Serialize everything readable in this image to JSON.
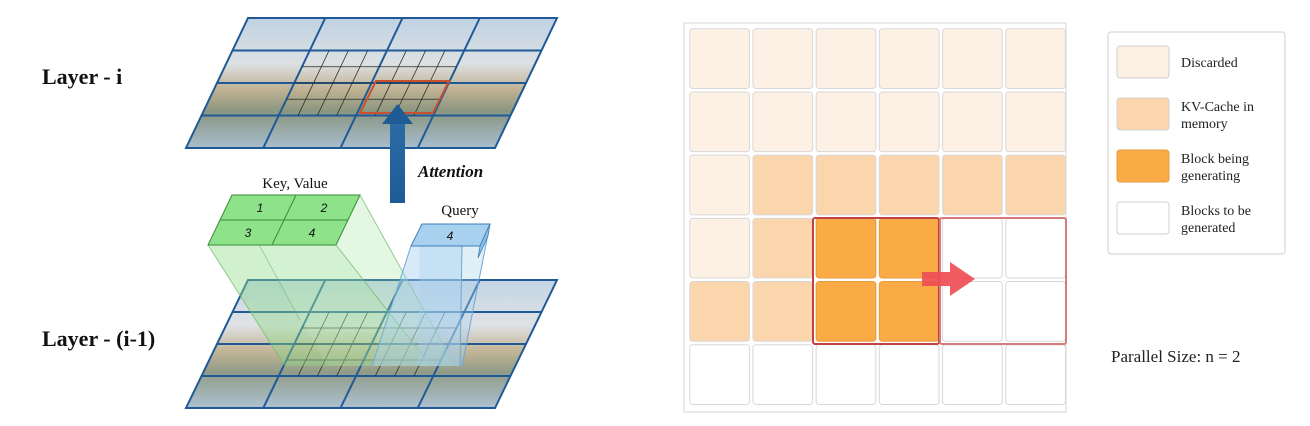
{
  "left_panel": {
    "layer_top_label": "Layer - i",
    "layer_bottom_label": "Layer - (i-1)",
    "attention_label": "Attention",
    "key_value_label": "Key, Value",
    "query_label": "Query",
    "kv_block_numbers": [
      "1",
      "2",
      "3",
      "4"
    ],
    "query_block_number": "4"
  },
  "right_panel": {
    "grid_rows": 6,
    "grid_cols": 6,
    "cell_states": [
      [
        "discarded",
        "discarded",
        "discarded",
        "discarded",
        "discarded",
        "discarded"
      ],
      [
        "discarded",
        "discarded",
        "discarded",
        "discarded",
        "discarded",
        "discarded"
      ],
      [
        "discarded",
        "kv",
        "kv",
        "kv",
        "kv",
        "kv"
      ],
      [
        "discarded",
        "kv",
        "gen",
        "gen",
        "future",
        "future"
      ],
      [
        "kv",
        "kv",
        "gen",
        "gen",
        "future",
        "future"
      ],
      [
        "empty",
        "empty",
        "empty",
        "empty",
        "empty",
        "empty"
      ]
    ],
    "legend": [
      {
        "key": "discarded",
        "lines": [
          "Discarded"
        ]
      },
      {
        "key": "kv",
        "lines": [
          "KV-Cache in",
          "memory"
        ]
      },
      {
        "key": "gen",
        "lines": [
          "Block being",
          "generating"
        ]
      },
      {
        "key": "future",
        "lines": [
          "Blocks to be",
          "generated"
        ]
      }
    ],
    "parallel_size_label": "Parallel Size: n = 2"
  },
  "colors": {
    "discarded": "#fdf0e4",
    "kv": "#fbd5ac",
    "gen": "#fbab46",
    "future": "#ffffff",
    "empty": "#ffffff",
    "grid_border": "#d8d8d8",
    "highlight_border": "#cc4a4a",
    "arrow": "#ef4f55",
    "layer_grid": "#1f5a96",
    "kv_cube": "#8ee28a",
    "query_cube": "#a8d0ef",
    "attention_arrow": "#205a8e"
  }
}
